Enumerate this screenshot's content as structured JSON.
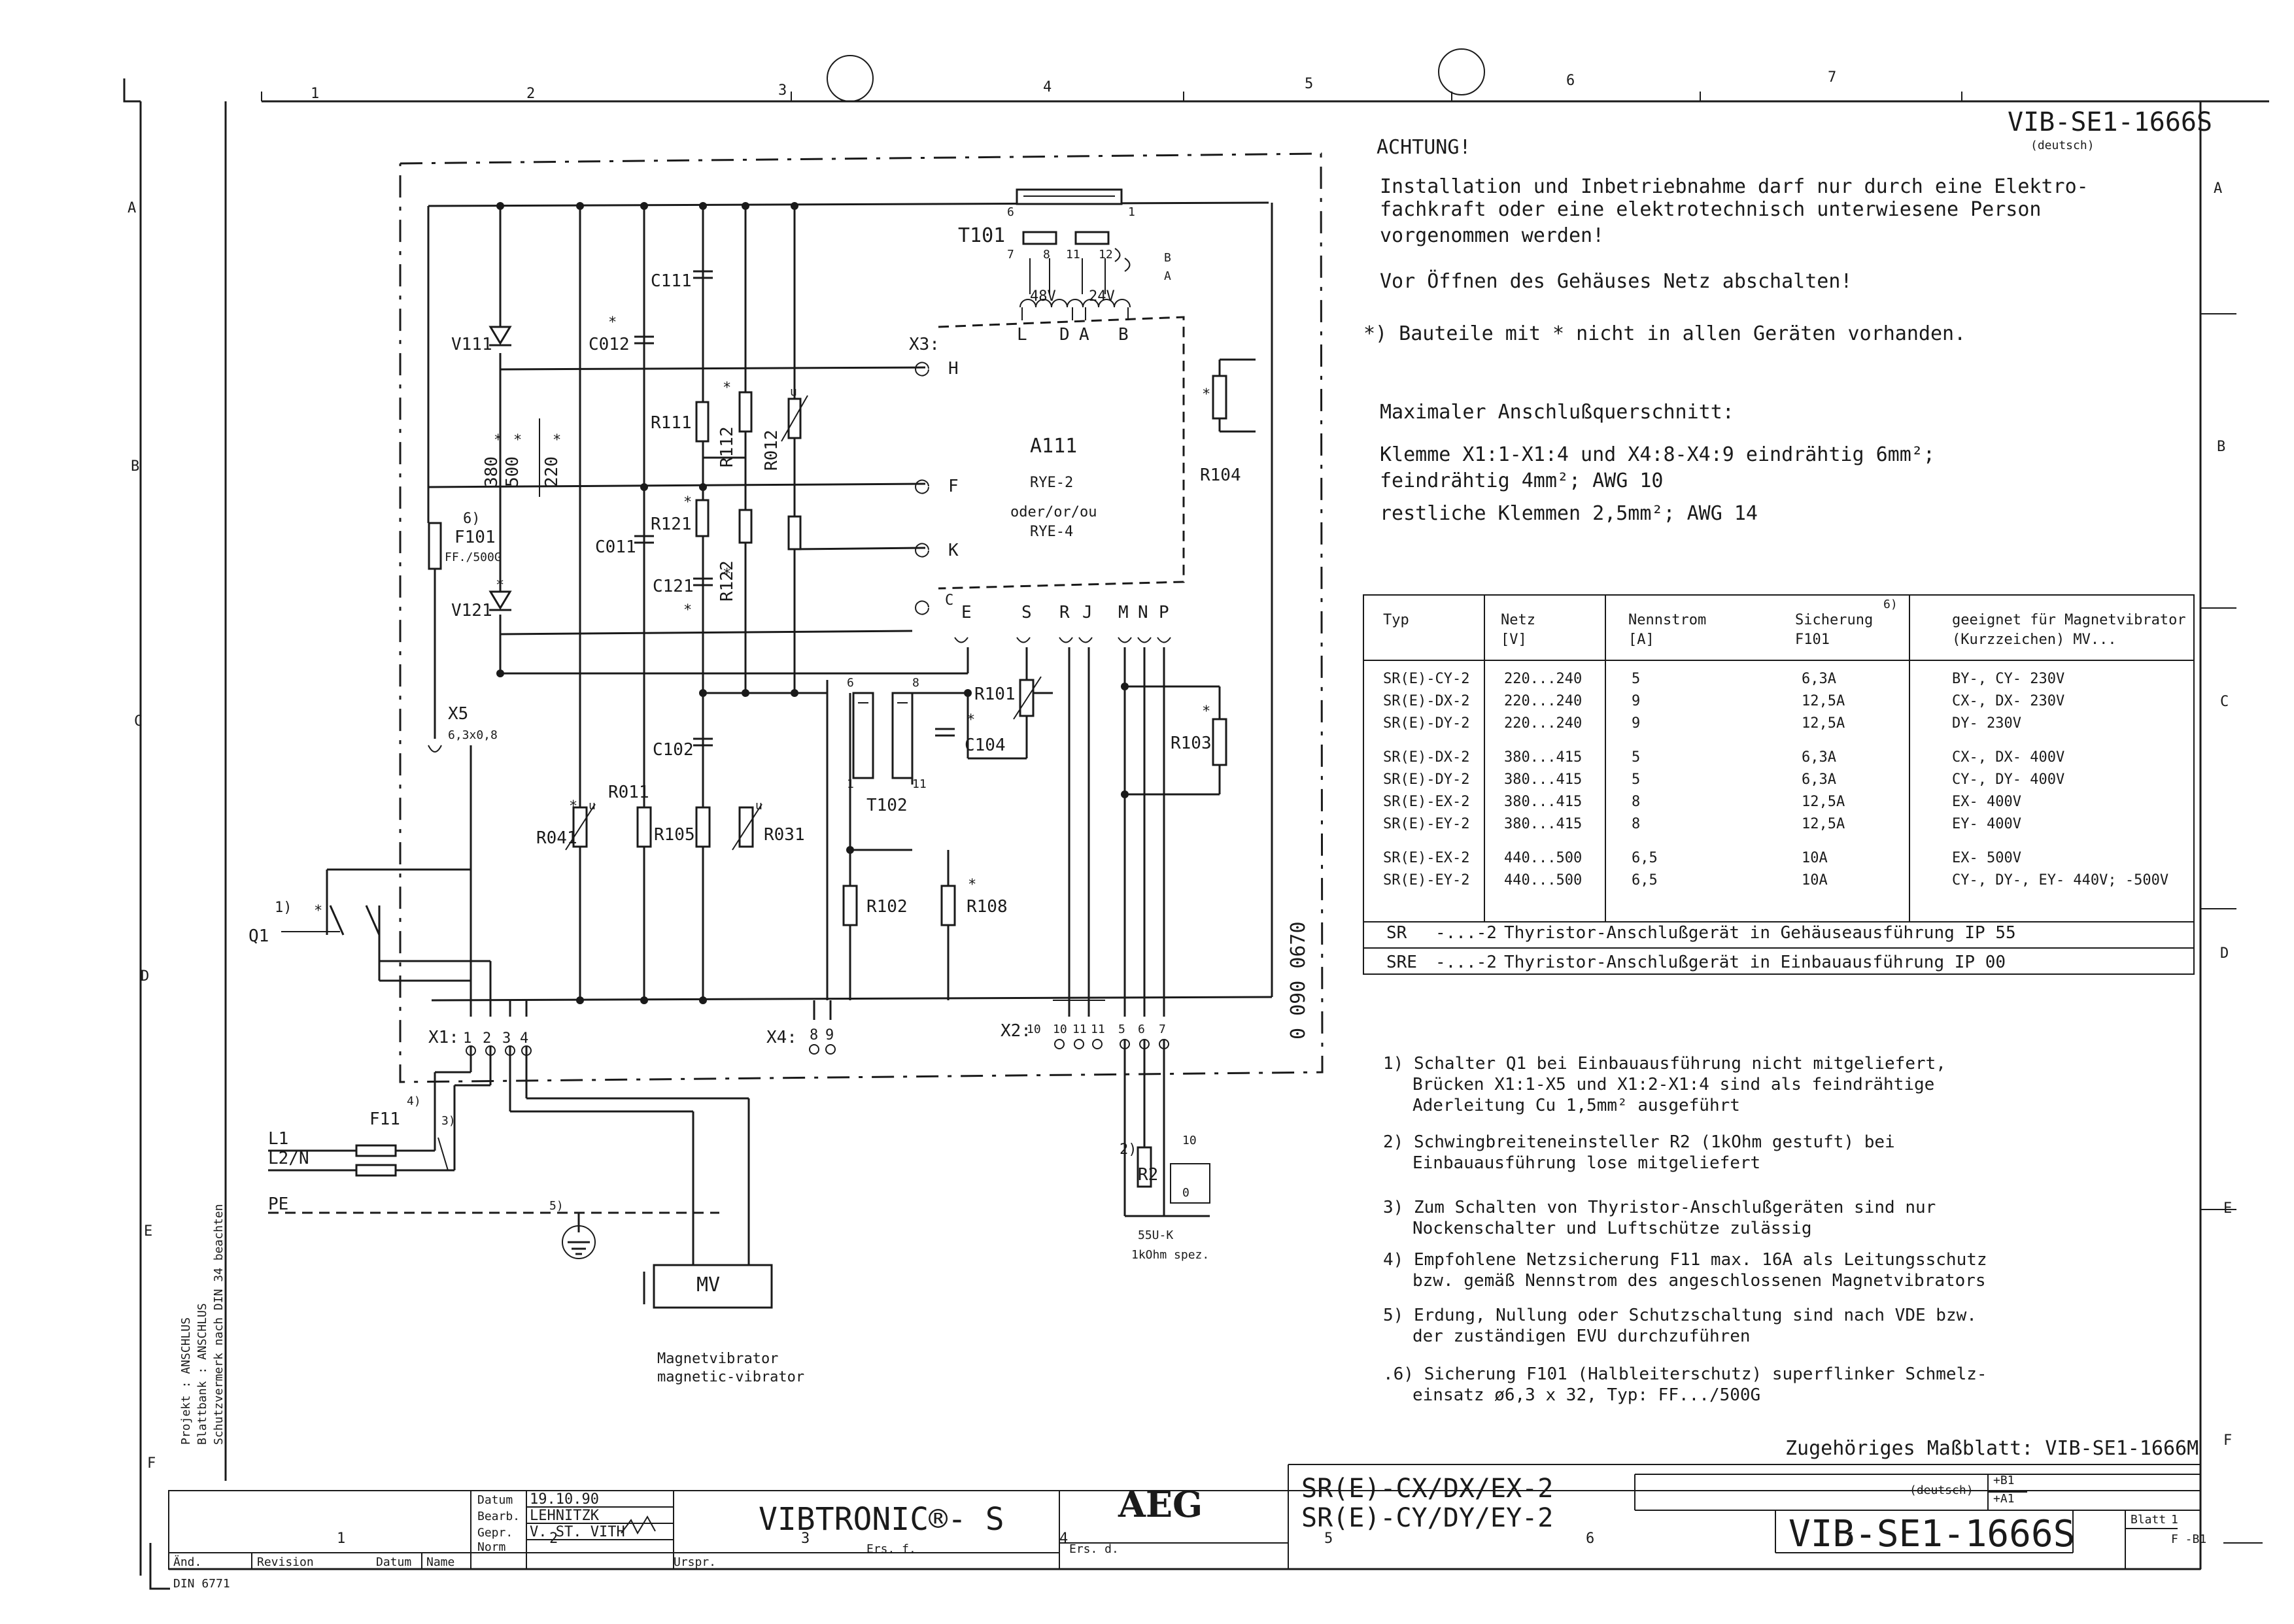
{
  "drawing": {
    "code": "VIB-SE1-1666S",
    "lang": "(deutsch)",
    "drawing_no": "0 090 0670",
    "col_numbers": [
      "1",
      "2",
      "3",
      "4",
      "5",
      "6",
      "7"
    ],
    "row_letters": [
      "A",
      "B",
      "C",
      "D",
      "E",
      "F"
    ]
  },
  "notes": {
    "warning_title": "ACHTUNG!",
    "warning_lines": [
      "Installation und Inbetriebnahme darf nur durch eine Elektro-",
      "fachkraft oder eine elektrotechnisch unterwiesene Person",
      "vorgenommen werden!"
    ],
    "power_off": "Vor Öffnen des Gehäuses Netz abschalten!",
    "asterisk_note": "*) Bauteile mit * nicht in allen Geräten vorhanden.",
    "cross_section_title": "Maximaler Anschlußquerschnitt:",
    "cross_section_lines": [
      "Klemme X1:1-X1:4 und X4:8-X4:9 eindrähtig 6mm²;",
      "feindrähtig 4mm²; AWG 10",
      "restliche Klemmen 2,5mm²; AWG 14"
    ],
    "footnotes": [
      [
        "1) Schalter Q1 bei Einbauausführung nicht mitgeliefert,",
        "Brücken X1:1-X5 und X1:2-X1:4 sind als feindrähtige",
        "Aderleitung Cu 1,5mm² ausgeführt"
      ],
      [
        "2) Schwingbreiteneinsteller R2 (1kOhm gestuft) bei",
        "Einbauausführung lose mitgeliefert"
      ],
      [
        "3) Zum Schalten von Thyristor-Anschlußgeräten sind nur",
        "Nockenschalter und Luftschütze zulässig"
      ],
      [
        "4) Empfohlene Netzsicherung F11 max. 16A als Leitungsschutz",
        "bzw. gemäß Nennstrom des angeschlossenen Magnetvibrators"
      ],
      [
        "5) Erdung, Nullung oder Schutzschaltung sind nach VDE bzw.",
        "der zuständigen EVU durchzuführen"
      ],
      [
        ".6) Sicherung F101 (Halbleiterschutz) superflinker Schmelz-",
        "einsatz ø6,3 x 32, Typ: FF.../500G"
      ]
    ],
    "dimension_sheet": "Zugehöriges Maßblatt: VIB-SE1-1666M"
  },
  "table": {
    "headers": [
      "Typ",
      "Netz\n[V]",
      "Nennstrom\n[A]",
      "Sicherung\nF101",
      "geeignet für Magnetvibrator\n(Kurzzeichen) MV..."
    ],
    "header_sup": "6)",
    "groups": [
      [
        [
          "SR(E)-CY-2",
          "220...240",
          "5",
          "6,3A",
          "BY-, CY- 230V"
        ],
        [
          "SR(E)-DX-2",
          "220...240",
          "9",
          "12,5A",
          "CX-, DX- 230V"
        ],
        [
          "SR(E)-DY-2",
          "220...240",
          "9",
          "12,5A",
          "DY- 230V"
        ]
      ],
      [
        [
          "SR(E)-DX-2",
          "380...415",
          "5",
          "6,3A",
          "CX-, DX- 400V"
        ],
        [
          "SR(E)-DY-2",
          "380...415",
          "5",
          "6,3A",
          "CY-, DY- 400V"
        ],
        [
          "SR(E)-EX-2",
          "380...415",
          "8",
          "12,5A",
          "EX- 400V"
        ],
        [
          "SR(E)-EY-2",
          "380...415",
          "8",
          "12,5A",
          "EY- 400V"
        ]
      ],
      [
        [
          "SR(E)-EX-2",
          "440...500",
          "6,5",
          "10A",
          "EX- 500V"
        ],
        [
          "SR(E)-EY-2",
          "440...500",
          "6,5",
          "10A",
          "CY-, DY-, EY- 440V; -500V"
        ]
      ]
    ],
    "legend": [
      [
        "SR",
        "-...-2",
        "Thyristor-Anschlußgerät in Gehäuseausführung IP 55"
      ],
      [
        "SRE",
        "-...-2",
        "Thyristor-Anschlußgerät in Einbauausführung IP 00"
      ]
    ]
  },
  "schematic": {
    "transformer_t101": "T101",
    "t101_pins": [
      "6",
      "1",
      "7",
      "8",
      "11",
      "12"
    ],
    "t101_taps": [
      "B",
      "A"
    ],
    "voltages": [
      "48V",
      "24V"
    ],
    "a111_top_pins": [
      "L",
      "D",
      "A",
      "B"
    ],
    "x3": "X3:",
    "x3_pins": [
      "H",
      "F",
      "K",
      "E"
    ],
    "a111_name": "A111",
    "a111_lines": [
      "RYE-2",
      "oder/or/ou",
      "RYE-4"
    ],
    "a111_bottom_pins": [
      "S",
      "R",
      "J",
      "M",
      "N",
      "P"
    ],
    "c_pin": "C",
    "components": {
      "V111": "V111",
      "V121": "V121",
      "C111": "C111",
      "C012": "C012",
      "R111": "R111",
      "R112": "R112",
      "R012": "R012",
      "R121": "R121",
      "R122": "R122",
      "C011": "C011",
      "C121": "C121",
      "F101": "F101",
      "F101_type": "FF./500G",
      "F101_note": "6)",
      "R104": "R104",
      "X5": "X5",
      "X5_size": "6,3x0,8",
      "C102": "C102",
      "R011": "R011",
      "R041": "R041",
      "R105": "R105",
      "R031": "R031",
      "T102": "T102",
      "R101": "R101",
      "C104": "C104",
      "R103": "R103",
      "R102": "R102",
      "R108": "R108",
      "Q1": "Q1",
      "F11": "F11",
      "R2": "R2",
      "R2_type": "55U-K",
      "R2_spec": "1kOhm spez.",
      "MV": "MV"
    },
    "v_labels": [
      "380",
      "500",
      "220"
    ],
    "t102_pins": [
      "6",
      "8",
      "1",
      "11"
    ],
    "x1": "X1:",
    "x1_pins": [
      "1",
      "2",
      "3",
      "4"
    ],
    "x4": "X4:",
    "x4_pins": [
      "8",
      "9"
    ],
    "x2": "X2:",
    "x2_pins": [
      "10",
      "10",
      "11",
      "11",
      "5",
      "6",
      "7"
    ],
    "r2_pins": [
      "10",
      "0"
    ],
    "u_mark": "u",
    "lines": [
      "L1",
      "L2/N",
      "PE"
    ],
    "note_marks": [
      "1)",
      "4)",
      "3)",
      "5)",
      "2)"
    ],
    "magnet_label": [
      "Magnetvibrator",
      "magnetic-vibrator"
    ]
  },
  "title_block": {
    "datum_label": "Datum",
    "datum": "19.10.90",
    "bearb_label": "Bearb.",
    "bearb": "LEHNITZK",
    "gepr_label": "Gepr.",
    "gepr": "V. ST. VITH",
    "norm_label": "Norm",
    "aend_label": "Änd.",
    "revision_label": "Revision",
    "datum2_label": "Datum",
    "name_label": "Name",
    "product": "VIBTRONIC®- S",
    "logo": "AEG",
    "variants": [
      "SR(E)-CX/DX/EX-2",
      "SR(E)-CY/DY/EY-2"
    ],
    "urspr_label": "Urspr.",
    "ers_f_label": "Ers. f.",
    "ers_d_label": "Ers. d.",
    "lang": "(deutsch)",
    "suffix1": "+B1",
    "suffix2": "+A1",
    "code": "VIB-SE1-1666S",
    "blatt_label": "Blatt",
    "blatt": "1",
    "format": "F -B1",
    "din": "DIN 6771",
    "side_lines": [
      "Projekt  :  ANSCHLUS",
      "Blattbank :  ANSCHLUS",
      "Schutzvermerk nach DIN 34 beachten"
    ]
  }
}
